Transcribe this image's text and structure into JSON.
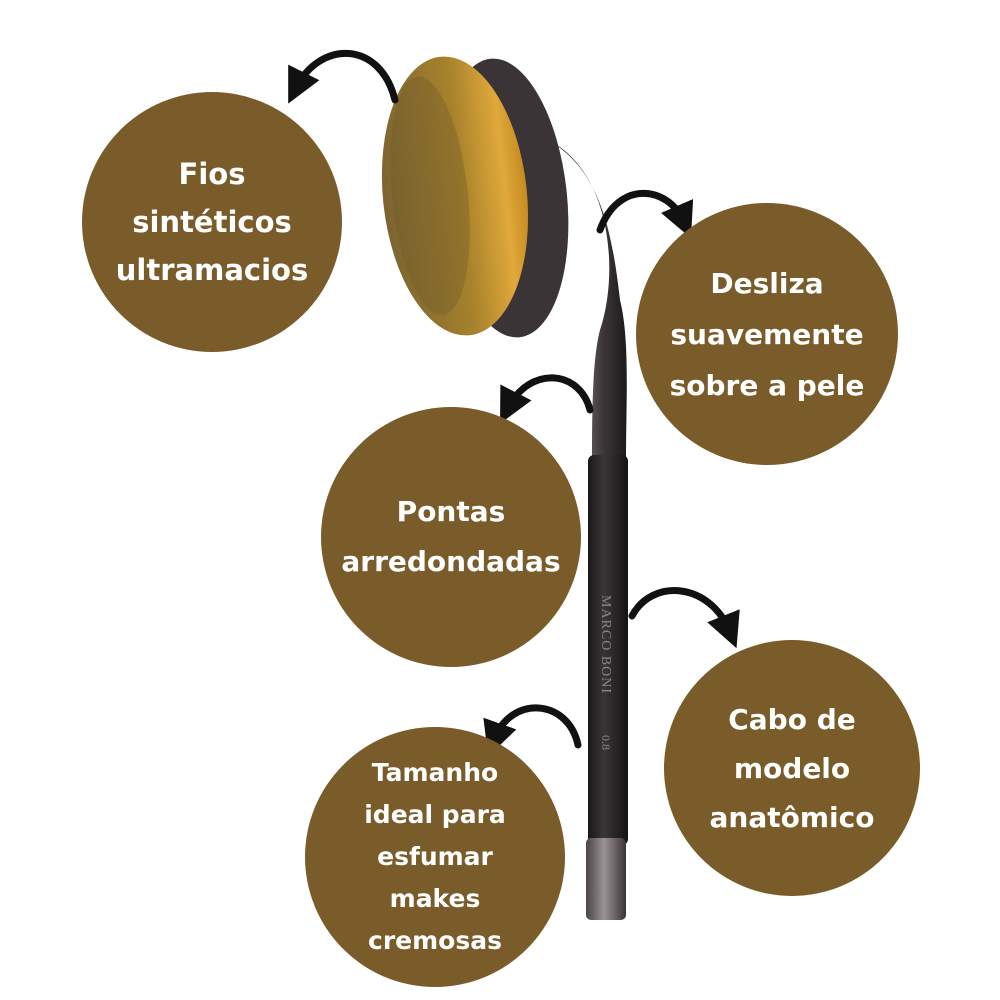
{
  "colors": {
    "bubble": "#7a5c2a",
    "label_text": "#ffffff",
    "arrow": "#111111",
    "background": "#ffffff"
  },
  "product": {
    "brand_text": "MARCO BONI",
    "model_text": "0.8"
  },
  "callouts": [
    {
      "icon": "curved-arrow-left-icon",
      "lines": [
        "Fios",
        "sintéticos",
        "ultramacios"
      ]
    },
    {
      "icon": "curved-arrow-right-icon",
      "lines": [
        "Desliza",
        "suavemente",
        "sobre a pele"
      ]
    },
    {
      "icon": "curved-arrow-left-icon",
      "lines": [
        "Pontas",
        "arredondadas"
      ]
    },
    {
      "icon": "curved-arrow-right-icon",
      "lines": [
        "Cabo de",
        "modelo",
        "anatômico"
      ]
    },
    {
      "icon": "curved-arrow-left-icon",
      "lines": [
        "Tamanho",
        "ideal para",
        "esfumar",
        "makes",
        "cremosas"
      ]
    }
  ]
}
